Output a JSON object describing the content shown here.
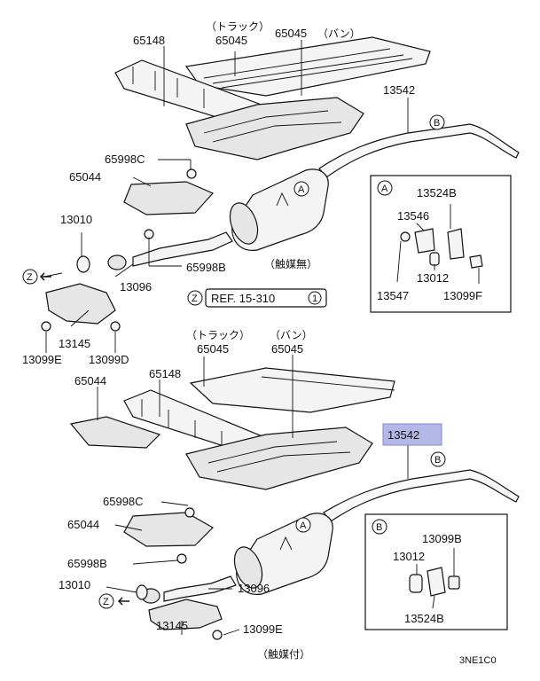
{
  "labels": {
    "truck": "（トラック）",
    "van": "（バン）",
    "p65148": "65148",
    "p65045": "65045",
    "p13542": "13542",
    "p65998c": "65998C",
    "p65044": "65044",
    "p13010": "13010",
    "p65998b": "65998B",
    "p13096": "13096",
    "p13145": "13145",
    "p13099e": "13099E",
    "p13099d": "13099D",
    "p13524b": "13524B",
    "p13546": "13546",
    "p13012": "13012",
    "p13547": "13547",
    "p13099f": "13099F",
    "p13099b": "13099B",
    "no_catalyst": "（触媒無）",
    "with_catalyst": "（触媒付）",
    "ref": "REF. 15-310",
    "ref_num": "1",
    "callout_a": "A",
    "callout_b": "B",
    "callout_z": "Z",
    "code": "3NE1C0"
  },
  "highlight_color": "#b4b8e6"
}
